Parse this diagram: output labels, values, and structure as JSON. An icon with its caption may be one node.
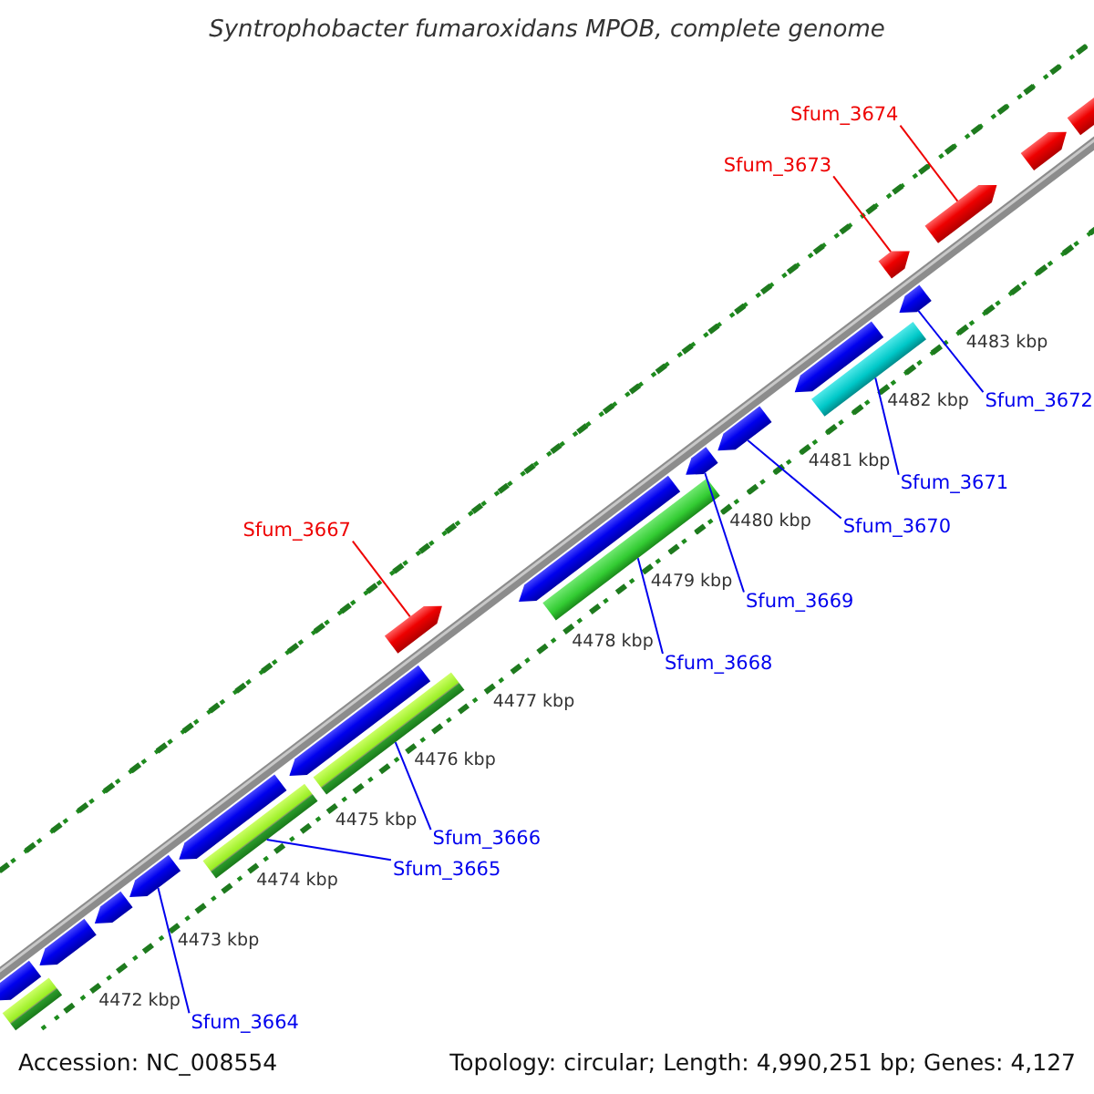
{
  "diagram": {
    "title": "Syntrophobacter fumaroxidans MPOB, complete genome",
    "nodes": [
      {
        "text": [
          "Sfum_3674"
        ]
      },
      {
        "text": [
          "Sfum_3673"
        ]
      },
      {
        "text": [
          "Sfum_3667"
        ]
      },
      {
        "text": [
          "Sfum_3672"
        ]
      },
      {
        "text": [
          "Sfum_3671"
        ]
      },
      {
        "text": [
          "Sfum_3670"
        ]
      },
      {
        "text": [
          "Sfum_3669"
        ]
      },
      {
        "text": [
          "Sfum_3668"
        ]
      },
      {
        "text": [
          "Sfum_3666"
        ]
      },
      {
        "text": [
          "Sfum_3665"
        ]
      },
      {
        "text": [
          "Sfum_3664"
        ]
      },
      {
        "text": [],
        "shape": "arrow"
      },
      {
        "text": [],
        "shape": "arrow"
      },
      {
        "text": [],
        "shape": "arrow"
      },
      {
        "text": [],
        "shape": "arrow"
      },
      {
        "text": [],
        "shape": "bar"
      },
      {
        "text": [],
        "shape": "arrow"
      },
      {
        "text": [],
        "shape": "arrow"
      },
      {
        "text": [],
        "shape": "bar"
      },
      {
        "text": [],
        "shape": "bar"
      },
      {
        "text": [],
        "shape": "bar"
      },
      {
        "text": [],
        "shape": "arrow"
      },
      {
        "text": [],
        "shape": "arrow"
      },
      {
        "text": [],
        "shape": "arrow"
      },
      {
        "text": [],
        "shape": "arrow"
      },
      {
        "text": [],
        "shape": "arrow"
      },
      {
        "text": [],
        "shape": "arrow"
      },
      {
        "text": [],
        "shape": "arrow"
      },
      {
        "text": [],
        "shape": "arrow"
      },
      {
        "text": [],
        "shape": "arrow"
      },
      {
        "text": [],
        "shape": "arrow"
      },
      {
        "text": [],
        "shape": "bar"
      }
    ],
    "edges": [
      {
        "from": 0,
        "to": 11,
        "arrow": "none",
        "color": "#ee0000"
      },
      {
        "from": 1,
        "to": 12,
        "arrow": "none",
        "color": "#ee0000"
      },
      {
        "from": 2,
        "to": 13,
        "arrow": "none",
        "color": "#ee0000"
      },
      {
        "from": 3,
        "to": 14,
        "arrow": "none"
      },
      {
        "from": 4,
        "to": 15,
        "arrow": "none"
      },
      {
        "from": 5,
        "to": 16,
        "arrow": "none"
      },
      {
        "from": 6,
        "to": 17,
        "arrow": "none"
      },
      {
        "from": 7,
        "to": 18,
        "arrow": "none"
      },
      {
        "from": 8,
        "to": 19,
        "arrow": "none"
      },
      {
        "from": 9,
        "to": 20,
        "arrow": "none"
      },
      {
        "from": 10,
        "to": 21,
        "arrow": "none"
      }
    ],
    "labels": [
      "4472 kbp",
      "4473 kbp",
      "4474 kbp",
      "4475 kbp",
      "4476 kbp",
      "4477 kbp",
      "4478 kbp",
      "4479 kbp",
      "4480 kbp",
      "4481 kbp",
      "4482 kbp",
      "4483 kbp",
      "Accession: NC_008554",
      "Topology: circular; Length: 4,990,251 bp; Genes: 4,127"
    ]
  }
}
